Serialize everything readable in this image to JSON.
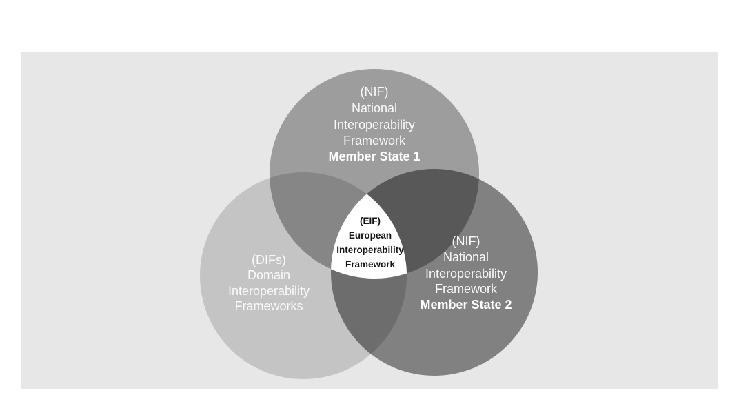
{
  "venn": {
    "colors": {
      "page_background": "#ffffff",
      "panel_background": "#e7e7e7",
      "top_circle_fill": "#adadad",
      "left_circle_fill": "#d9d9d9",
      "right_circle_fill": "#8e8e8e",
      "center_fill": "#ffffff",
      "outer_label_color": "#fafafa",
      "center_label_color": "#141414"
    },
    "top_circle": {
      "lines": [
        "(NIF)",
        "National",
        "Interoperability",
        "Framework",
        "Member State 1"
      ]
    },
    "left_circle": {
      "lines": [
        "(DIFs)",
        "Domain",
        "Interoperability",
        "Frameworks"
      ]
    },
    "right_circle": {
      "lines": [
        "(NIF)",
        "National",
        "Interoperability",
        "Framework",
        "Member State 2"
      ]
    },
    "center": {
      "lines": [
        "(EIF)",
        "European",
        "Interoperability",
        "Framework"
      ]
    }
  }
}
